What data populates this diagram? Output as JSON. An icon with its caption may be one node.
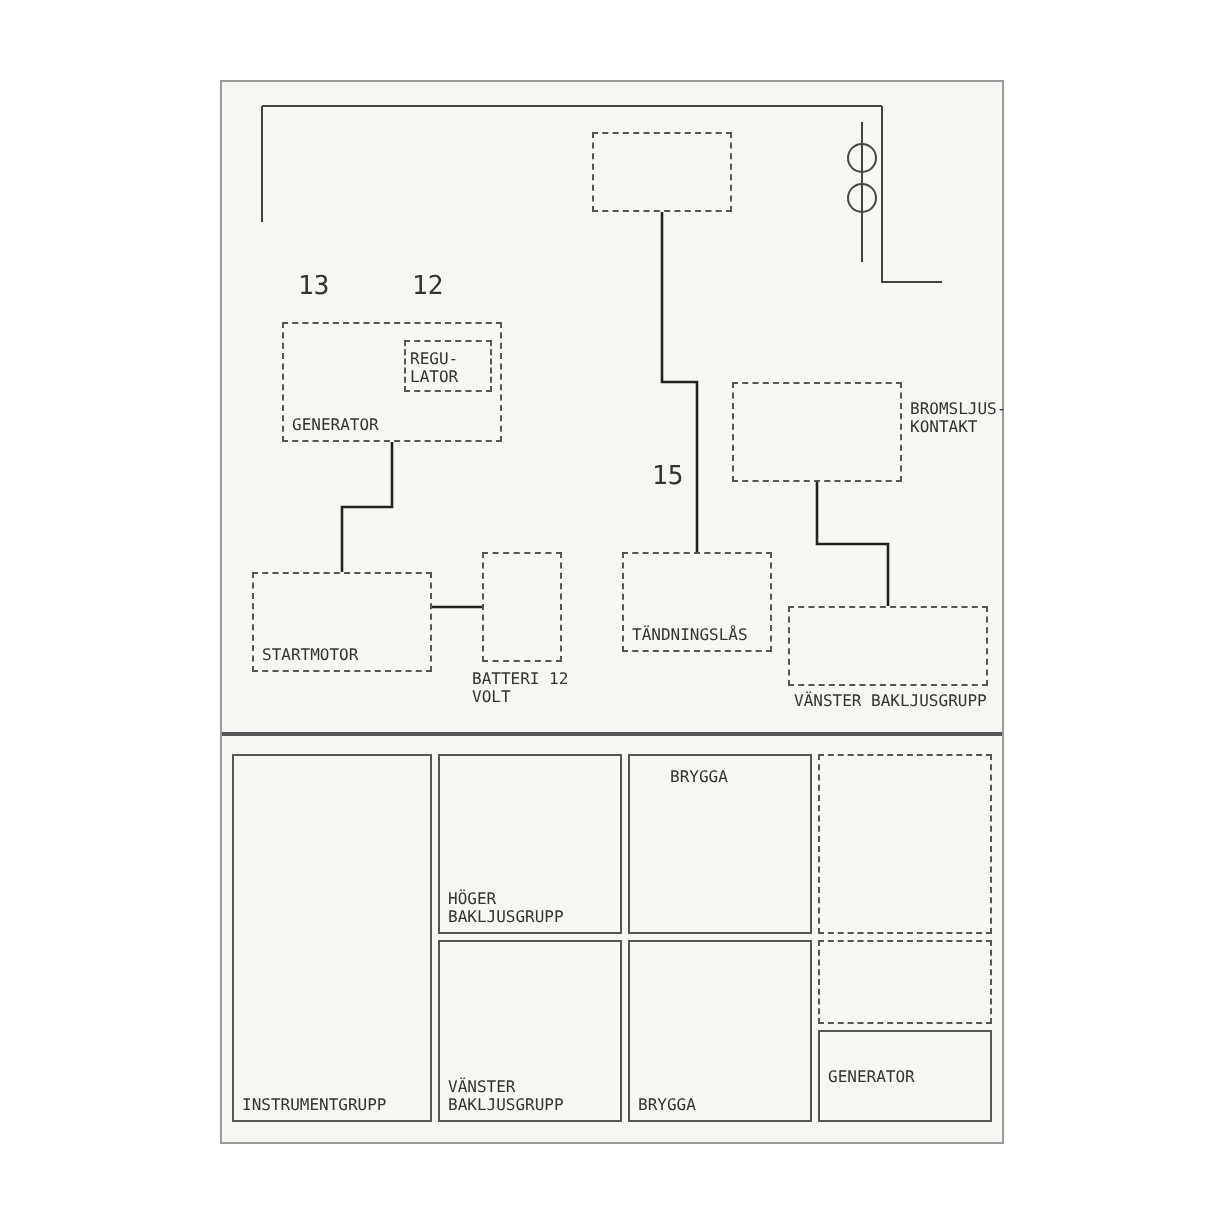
{
  "diagram": {
    "nodes": [
      {
        "text": [
          "GENERATOR"
        ]
      },
      {
        "text": [
          "REGU- LATOR"
        ],
        "in": 0
      },
      {
        "text": [
          "STARTMOTOR"
        ]
      },
      {
        "text": [
          "BATTERI 12 VOLT"
        ]
      },
      {
        "text": [
          "TÄNDNINGSLÅS"
        ]
      },
      {
        "text": [
          "BROMSLJUS- KONTAKT"
        ]
      },
      {
        "text": [
          "VÄNSTER BAKLJUSGRUPP"
        ]
      },
      {
        "text": [],
        "shape": "box"
      },
      {
        "text": [
          "INSTRUMENTGRUPP"
        ]
      },
      {
        "text": [
          "HÖGER BAKLJUSGRUPP"
        ]
      },
      {
        "text": [
          "VÄNSTER BAKLJUSGRUPP"
        ]
      },
      {
        "text": [
          "BRYGGA"
        ]
      },
      {
        "text": [
          "BRYGGA"
        ]
      },
      {
        "text": [],
        "shape": "box"
      },
      {
        "text": [],
        "shape": "box"
      },
      {
        "text": [
          "GENERATOR"
        ]
      }
    ],
    "edges": [
      {
        "from": 3,
        "to": 2,
        "arrow": "none"
      },
      {
        "from": 0,
        "to": 2,
        "arrow": "none"
      },
      {
        "from": 5,
        "to": 6,
        "arrow": "none"
      },
      {
        "from": 7,
        "to": 4,
        "arrow": "none"
      }
    ],
    "labels": [
      "13",
      "12",
      "15"
    ]
  }
}
